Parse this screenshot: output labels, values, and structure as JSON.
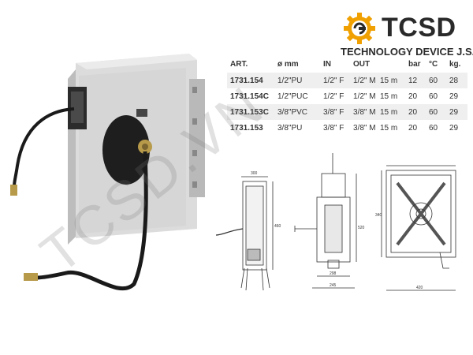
{
  "logo": {
    "brand": "TCSD",
    "tagline": "TECHNOLOGY DEVICE J.S.C",
    "icon": "gear-logo-icon",
    "accent": "#f0a000"
  },
  "table": {
    "headers": [
      "ART.",
      "ø mm",
      "IN",
      "OUT",
      "bar",
      "°C",
      "kg."
    ],
    "rows": [
      {
        "art": "1731.154",
        "mm": "1/2\"PU",
        "in": "1/2\" F",
        "out": "1/2\" M",
        "len": "15 m",
        "bar": "12",
        "deg": "60",
        "kg": "28"
      },
      {
        "art": "1731.154C",
        "mm": "1/2\"PUC",
        "in": "1/2\" F",
        "out": "1/2\" M",
        "len": "15 m",
        "bar": "20",
        "deg": "60",
        "kg": "29"
      },
      {
        "art": "1731.153C",
        "mm": "3/8\"PVC",
        "in": "3/8\" F",
        "out": "3/8\" M",
        "len": "15 m",
        "bar": "20",
        "deg": "60",
        "kg": "29"
      },
      {
        "art": "1731.153",
        "mm": "3/8\"PU",
        "in": "3/8\" F",
        "out": "3/8\" M",
        "len": "15 m",
        "bar": "20",
        "deg": "60",
        "kg": "29"
      }
    ]
  },
  "drawing": {
    "side_top_dim": "300",
    "side_height_dim": "460",
    "front_height_dim": "520",
    "front_width_dim": "298",
    "front_bottom_dim": "245",
    "rear_height_dim": "340",
    "rear_width_dim": "420"
  },
  "watermark": "TCSD.VN"
}
